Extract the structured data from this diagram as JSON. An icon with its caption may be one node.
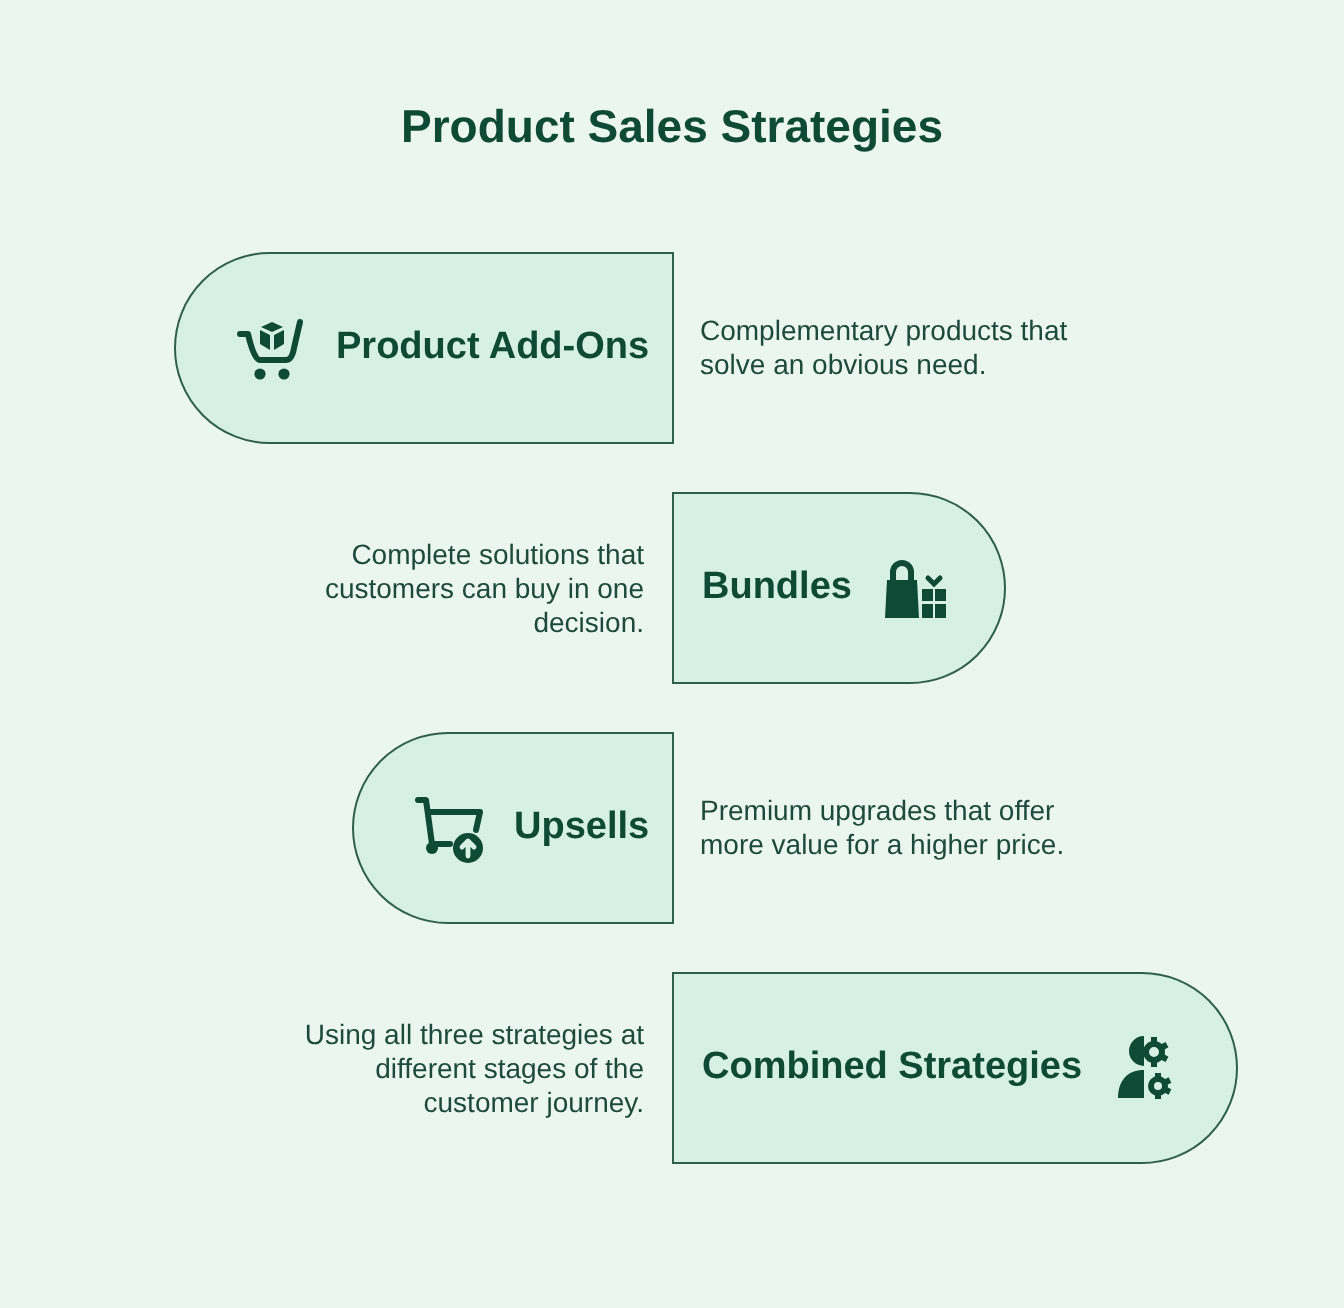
{
  "diagram": {
    "title": "Product Sales Strategies",
    "nodes": [
      {
        "text": [
          "Product Add-Ons"
        ],
        "beside": [
          "Complementary products that solve an obvious need."
        ]
      },
      {
        "text": [
          "Bundles"
        ],
        "beside": [
          "Complete solutions that customers can buy in one decision."
        ]
      },
      {
        "text": [
          "Upsells"
        ],
        "beside": [
          "Premium upgrades that offer more value for a higher price."
        ]
      },
      {
        "text": [
          "Combined Strategies"
        ],
        "beside": [
          "Using all three strategies at different stages of the customer journey."
        ]
      }
    ]
  }
}
